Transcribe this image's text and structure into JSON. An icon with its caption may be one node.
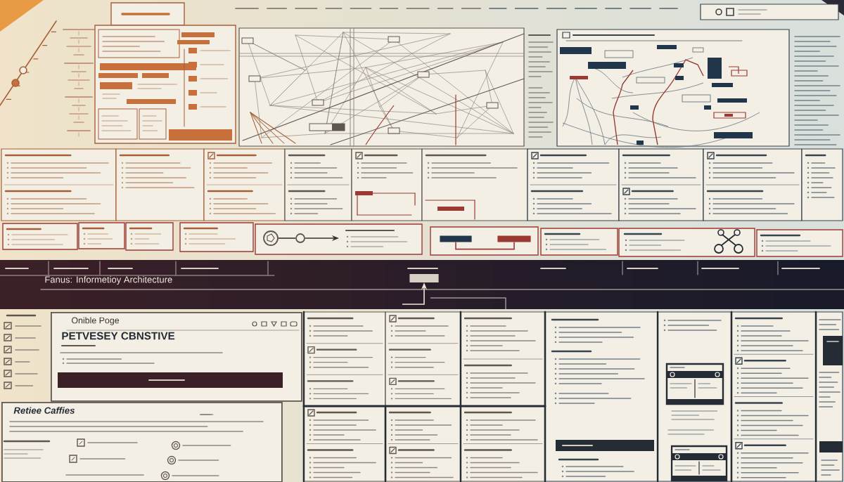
{
  "diagram": {
    "title": "Fanus: Informetioy Architecture",
    "nodes": [
      {
        "text": [],
        "shape": "circle"
      },
      {
        "text": [],
        "shape": "circle"
      },
      {
        "text": [],
        "shape": "box"
      },
      {
        "text": [],
        "shape": "box"
      },
      {
        "text": [],
        "shape": "box"
      },
      {
        "text": [
          "Onible Poge",
          "PETVESEY CBNSTIVE"
        ]
      },
      {
        "text": [
          "Retiee Caffies"
        ]
      }
    ],
    "edges": [
      {
        "from": 0,
        "to": 1,
        "arrow": "none"
      },
      {
        "from": 1,
        "to": null,
        "arrow": "to"
      },
      {
        "from": 2,
        "to": 3,
        "arrow": "none",
        "color": "#9a3a33"
      },
      {
        "from": null,
        "to": 4,
        "arrow": "to",
        "color": "#ece6dc"
      }
    ]
  }
}
